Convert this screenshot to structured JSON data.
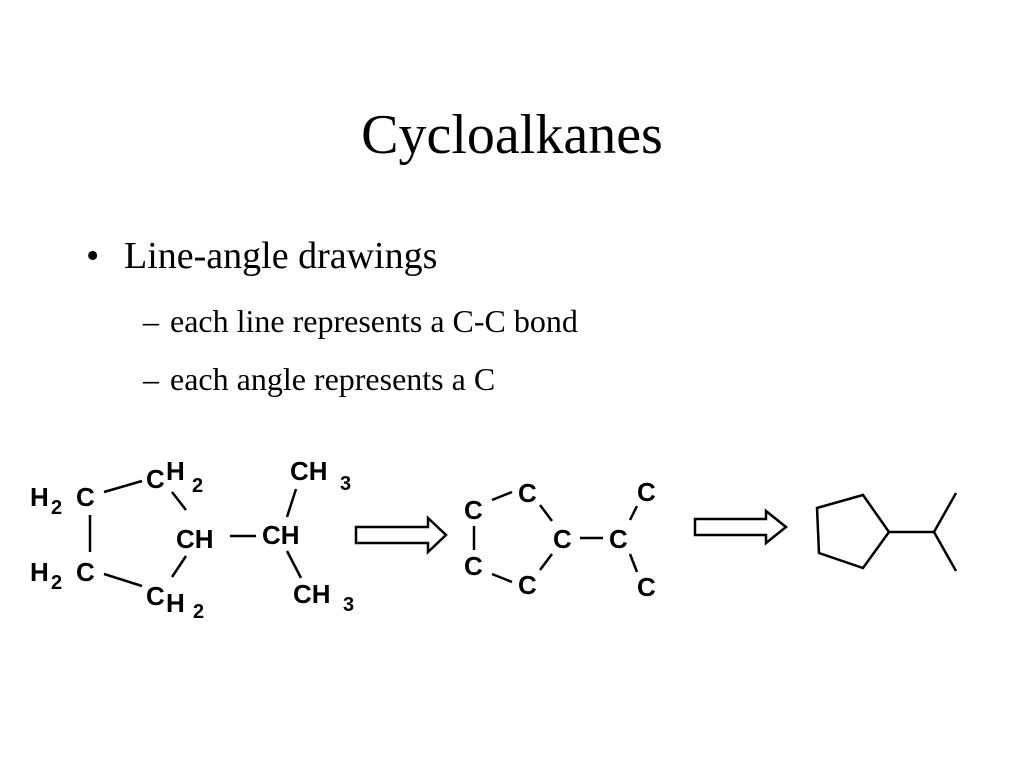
{
  "slide": {
    "title": "Cycloalkanes",
    "bullet": {
      "marker": "•",
      "text": "Line-angle drawings",
      "subitems": [
        {
          "marker": "–",
          "text": "each line represents a C-C bond"
        },
        {
          "marker": "–",
          "text": "each angle represents a C"
        }
      ]
    }
  },
  "diagram": {
    "condensed": {
      "ring_top": {
        "atom": "C",
        "h": "H",
        "sub": "2"
      },
      "ring_left_top": {
        "h": "H",
        "sub": "2",
        "atom": "C"
      },
      "ring_left_bottom": {
        "h": "H",
        "sub": "2",
        "atom": "C"
      },
      "ring_bottom": {
        "atom": "C",
        "h": "H",
        "sub": "2"
      },
      "ring_junction": "CH",
      "branch_center": "CH",
      "methyl_top": {
        "text": "CH",
        "sub": "3"
      },
      "methyl_bottom": {
        "text": "CH",
        "sub": "3"
      }
    },
    "skeleton": {
      "carbon_label": "C"
    }
  }
}
